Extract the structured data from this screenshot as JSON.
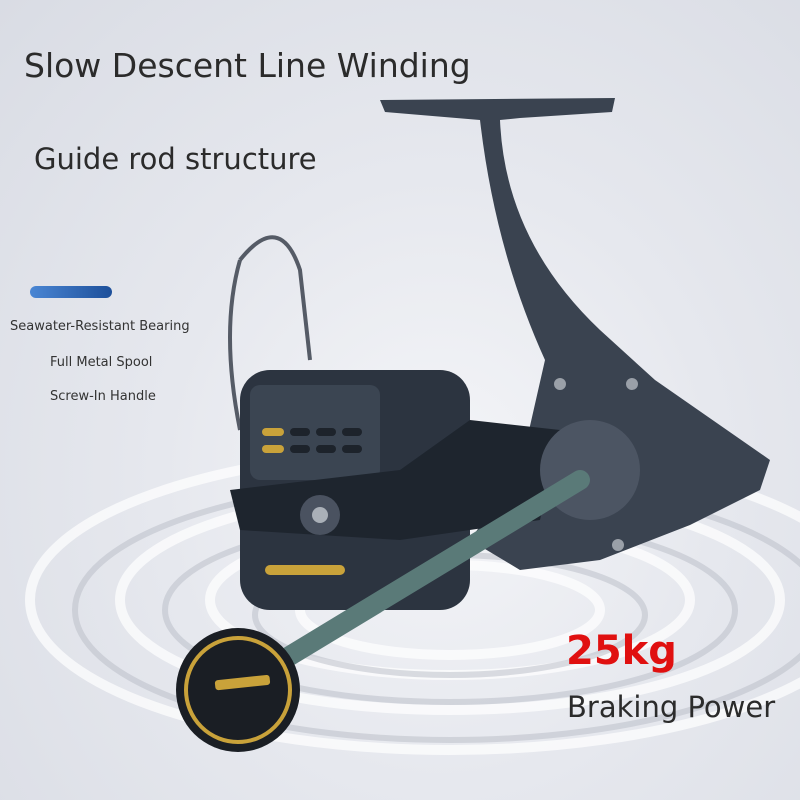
{
  "headline": "Slow Descent Line Winding",
  "subheadline": "Guide rod structure",
  "features": [
    "Seawater-Resistant Bearing",
    "Full Metal Spool",
    "Screw-In Handle"
  ],
  "braking": {
    "value": "25kg",
    "label": "Braking Power"
  },
  "colors": {
    "accent_bar": "#2a64b8",
    "highlight": "#e01010",
    "reel_body": "#2c3440",
    "gold": "#c9a23a"
  }
}
